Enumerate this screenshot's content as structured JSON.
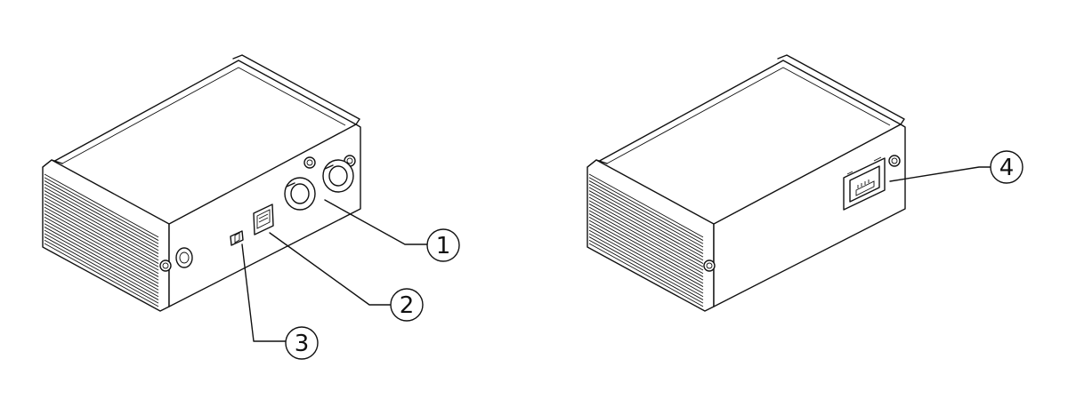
{
  "callouts": [
    {
      "id": "1",
      "label": "1"
    },
    {
      "id": "2",
      "label": "2"
    },
    {
      "id": "3",
      "label": "3"
    },
    {
      "id": "4",
      "label": "4"
    }
  ],
  "colors": {
    "line": "#111111",
    "background": "#ffffff"
  }
}
